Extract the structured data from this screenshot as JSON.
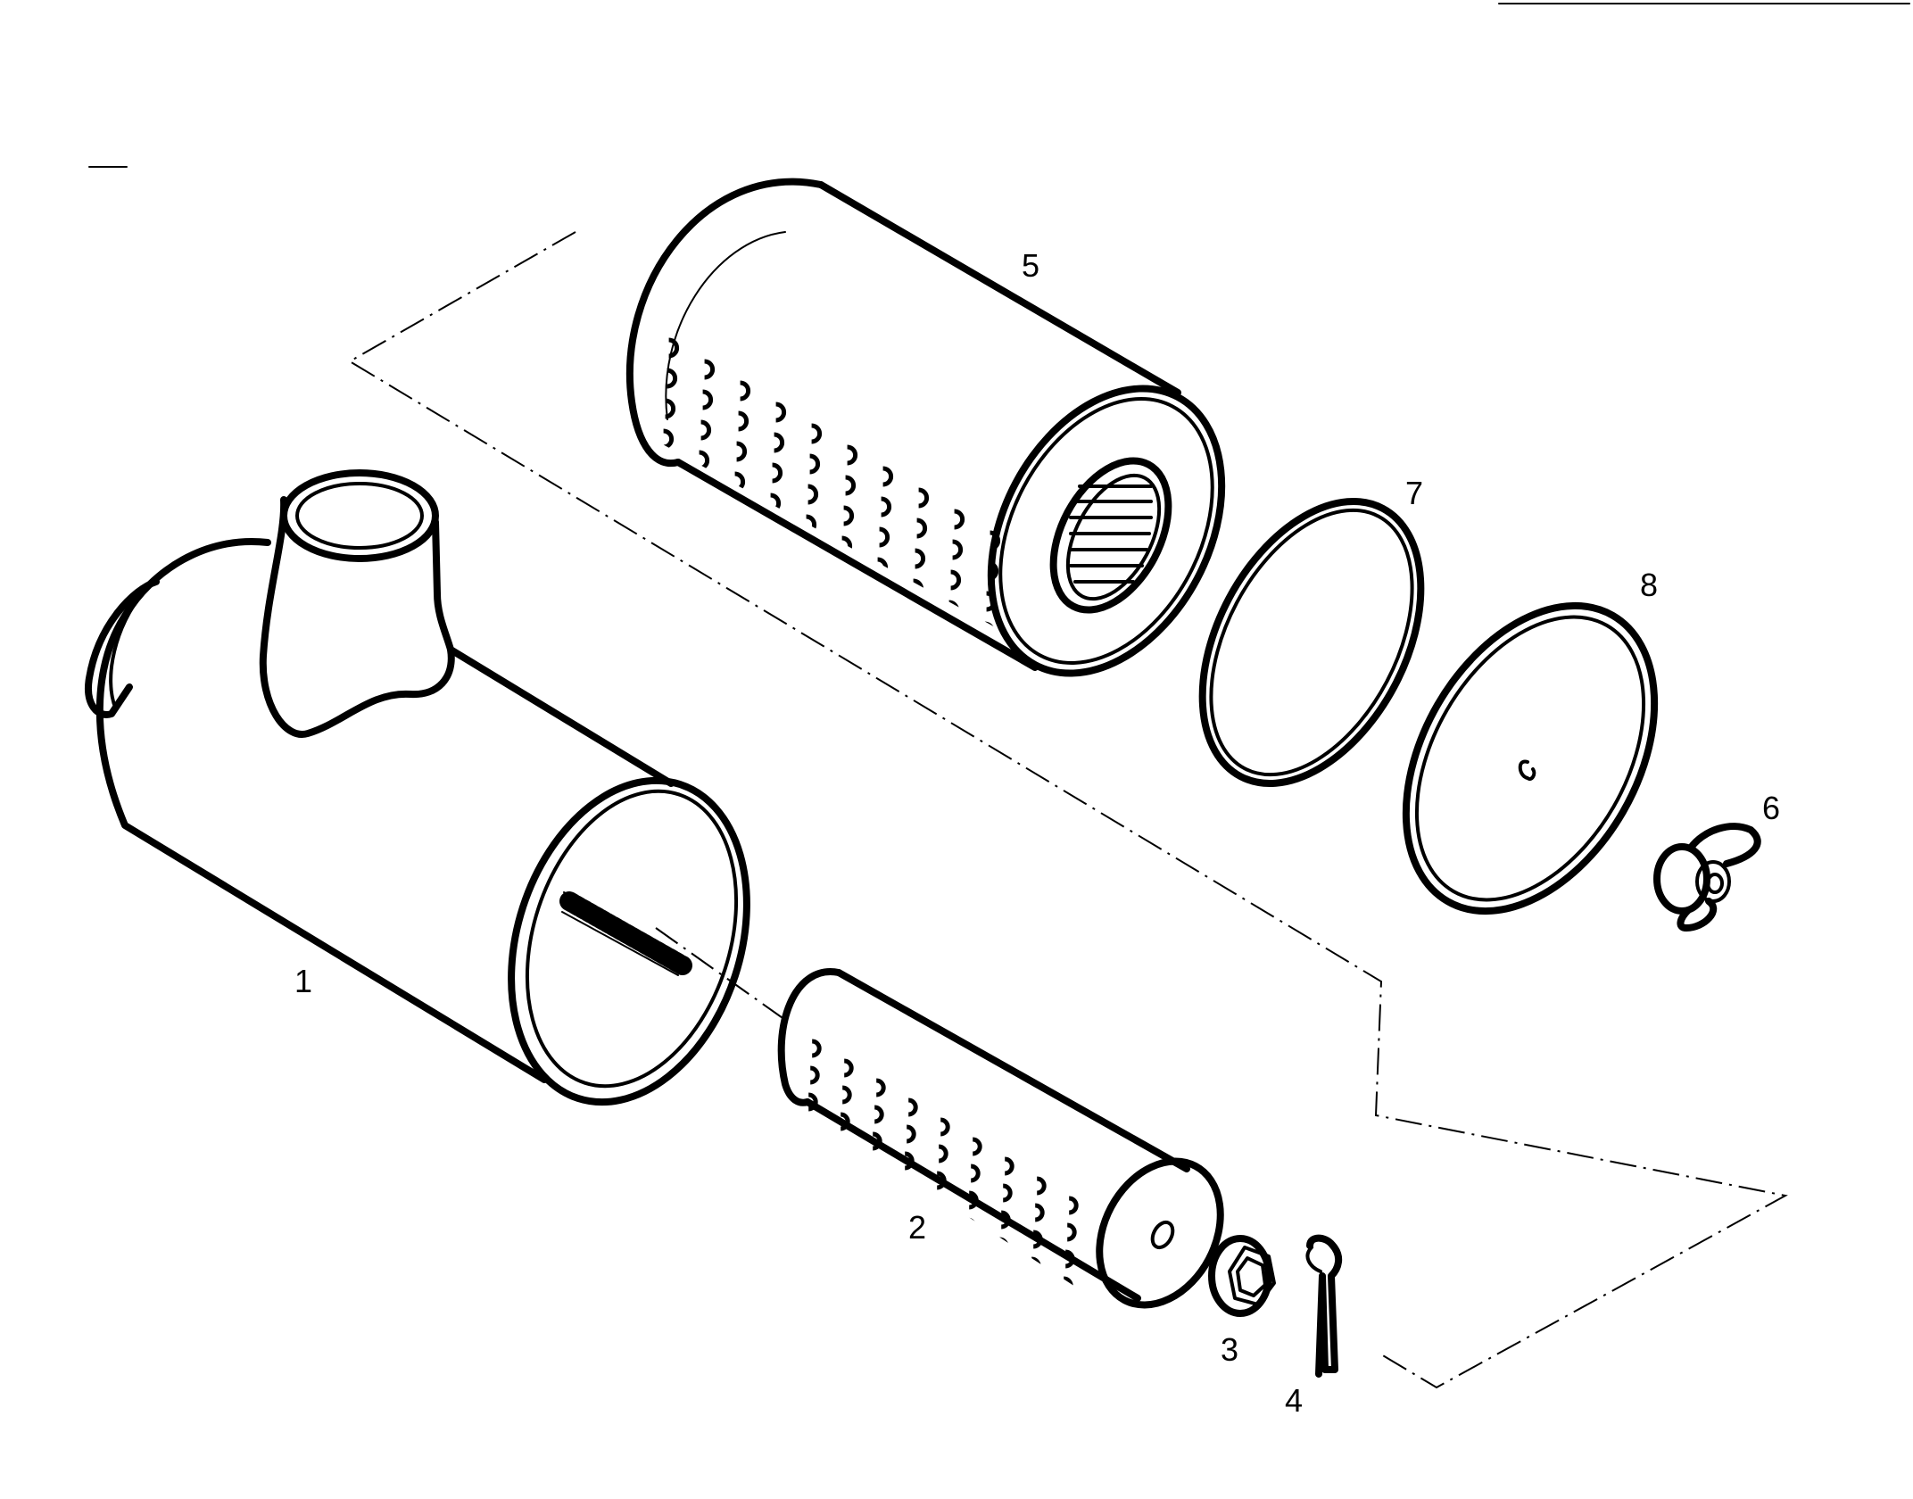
{
  "diagram": {
    "type": "exploded-parts-view",
    "line_color": "#000000",
    "background": "#ffffff",
    "parts": [
      {
        "id": "1",
        "label": "1",
        "icon": "air-cleaner-housing-icon"
      },
      {
        "id": "2",
        "label": "2",
        "icon": "inner-safety-filter-icon"
      },
      {
        "id": "3",
        "label": "3",
        "icon": "nut-icon"
      },
      {
        "id": "4",
        "label": "4",
        "icon": "cotter-pin-icon"
      },
      {
        "id": "5",
        "label": "5",
        "icon": "primary-filter-element-icon"
      },
      {
        "id": "6",
        "label": "6",
        "icon": "wing-nut-icon"
      },
      {
        "id": "7",
        "label": "7",
        "icon": "o-ring-seal-icon"
      },
      {
        "id": "8",
        "label": "8",
        "icon": "cover-plate-icon"
      }
    ]
  }
}
